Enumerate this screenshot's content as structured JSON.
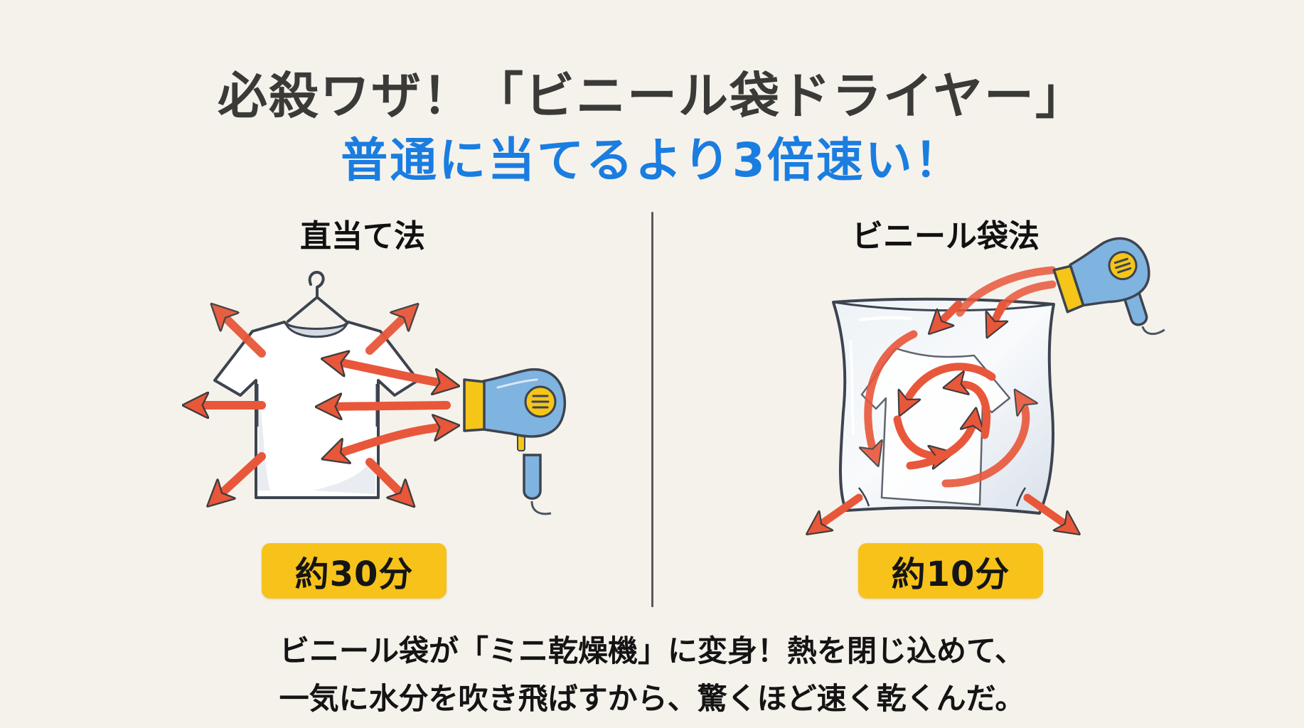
{
  "header": {
    "title": "必殺ワザ！「ビニール袋ドライヤー」",
    "subtitle": "普通に当てるより3倍速い！"
  },
  "comparison": {
    "left": {
      "heading": "直当て法",
      "time_badge": "約30分",
      "illustration": [
        "hanger-icon",
        "t-shirt-icon",
        "hair-dryer-icon",
        "heat-arrows-scattering"
      ]
    },
    "right": {
      "heading": "ビニール袋法",
      "time_badge": "約10分",
      "illustration": [
        "plastic-bag-icon",
        "t-shirt-icon",
        "hair-dryer-icon",
        "circulating-heat-arrows"
      ]
    }
  },
  "caption": {
    "line1": "ビニール袋が「ミニ乾燥機」に変身！熱を閉じ込めて、",
    "line2": "一気に水分を吹き飛ばすから、驚くほど速く乾くんだ。"
  },
  "colors": {
    "background": "#f5f2ec",
    "title": "#3a3a38",
    "subtitle": "#1a7de0",
    "badge": "#f7c21a",
    "arrow": "#e8573a",
    "dryer_body": "#7fb3e0",
    "dryer_accent": "#f5c518",
    "outline": "#3d4450"
  }
}
